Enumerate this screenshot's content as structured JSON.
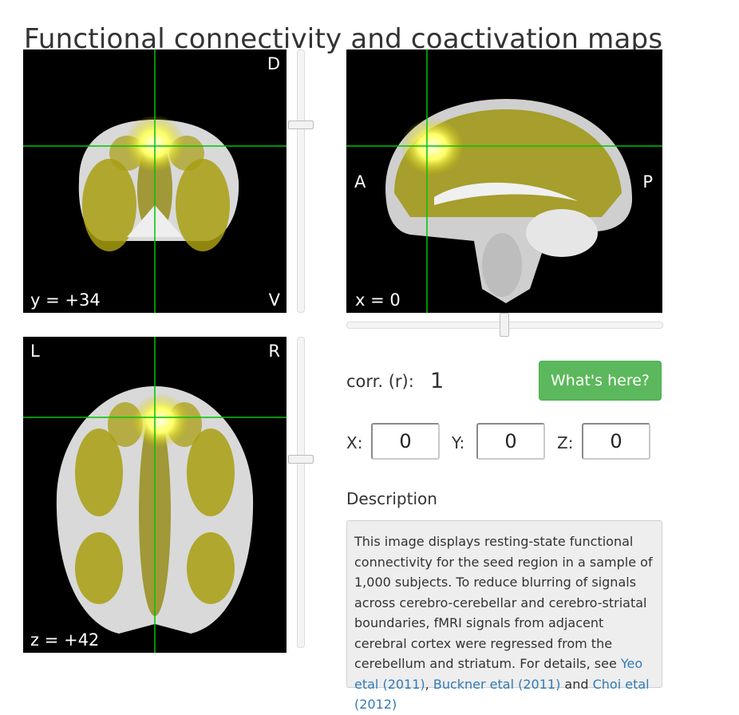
{
  "page": {
    "title": "Functional connectivity and coactivation maps"
  },
  "coronal": {
    "top": "D",
    "bottom": "V",
    "slice_label": "y = +34"
  },
  "sagittal": {
    "left": "A",
    "right": "P",
    "slice_label": "x = 0"
  },
  "axial": {
    "left": "L",
    "right": "R",
    "slice_label": "z = +42"
  },
  "controls": {
    "corr_label": "corr. (r):",
    "corr_value": "1",
    "whats_here_label": "What's here?",
    "x_label": "X:",
    "x_value": "0",
    "y_label": "Y:",
    "y_value": "0",
    "z_label": "Z:",
    "z_value": "0"
  },
  "sliders": {
    "coronal_position": 0.3,
    "sagittal_position": 0.5,
    "axial_position": 0.4
  },
  "description": {
    "heading": "Description",
    "text": "This image displays resting-state functional connectivity for the seed region in a sample of 1,000 subjects. To reduce blurring of signals across cerebro-cerebellar and cerebro-striatal boundaries, fMRI signals from adjacent cerebral cortex were regressed from the cerebellum and striatum. For details, see ",
    "link_yeo": "Yeo etal (2011)",
    "link_sep": ",",
    "link_buckner": "Buckner etal (2011)",
    "link_and": " and ",
    "link_choi": "Choi etal (2012)"
  },
  "colors": {
    "crosshair": "#00c400",
    "overlay": "#bfb800",
    "hotspot": "#ffff99",
    "button": "#5cb85c",
    "link": "#337ab7"
  }
}
